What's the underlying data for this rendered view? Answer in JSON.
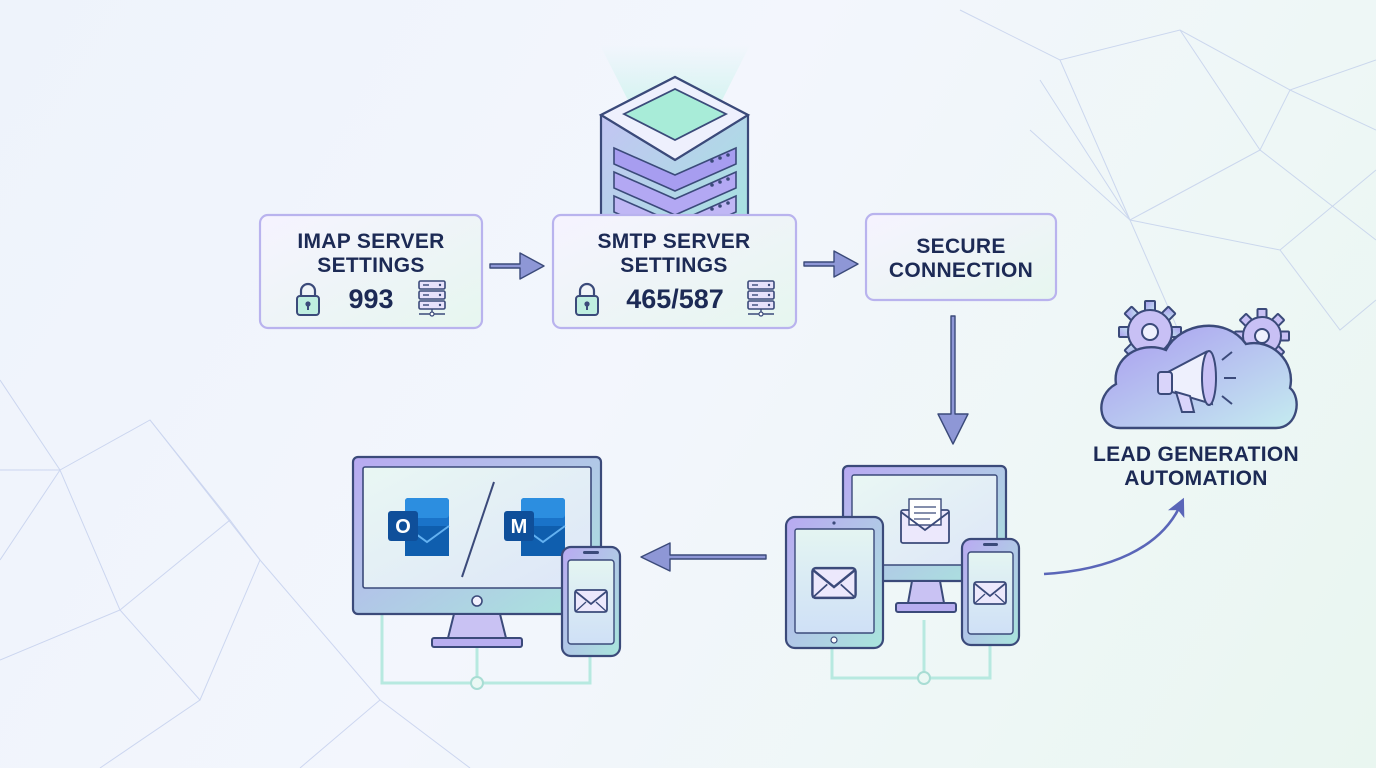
{
  "imap_card": {
    "line1": "IMAP SERVER",
    "line2": "SETTINGS",
    "port": "993"
  },
  "smtp_card": {
    "line1": "SMTP SERVER",
    "line2": "SETTINGS",
    "port": "465/587"
  },
  "secure_card": {
    "line1": "SECURE",
    "line2": "CONNECTION"
  },
  "lead": {
    "line1": "LEAD GENERATION",
    "line2": "AUTOMATION"
  },
  "apps": {
    "outlook_letter": "O",
    "mail_letter": "M"
  },
  "icons": {
    "lock": "lock-icon",
    "server": "server-rack-icon",
    "envelope": "envelope-icon",
    "gear": "gear-icon",
    "cloud": "cloud-icon",
    "megaphone": "megaphone-icon"
  },
  "colors": {
    "ink": "#1c2a55",
    "outline": "#3b4a7a",
    "card_border": "#b9b3ee",
    "arrow": "#5a66b8",
    "accent_purple": "#a89cf0",
    "accent_green": "#a8ecd8",
    "outlook_blue": "#1a73c9"
  }
}
